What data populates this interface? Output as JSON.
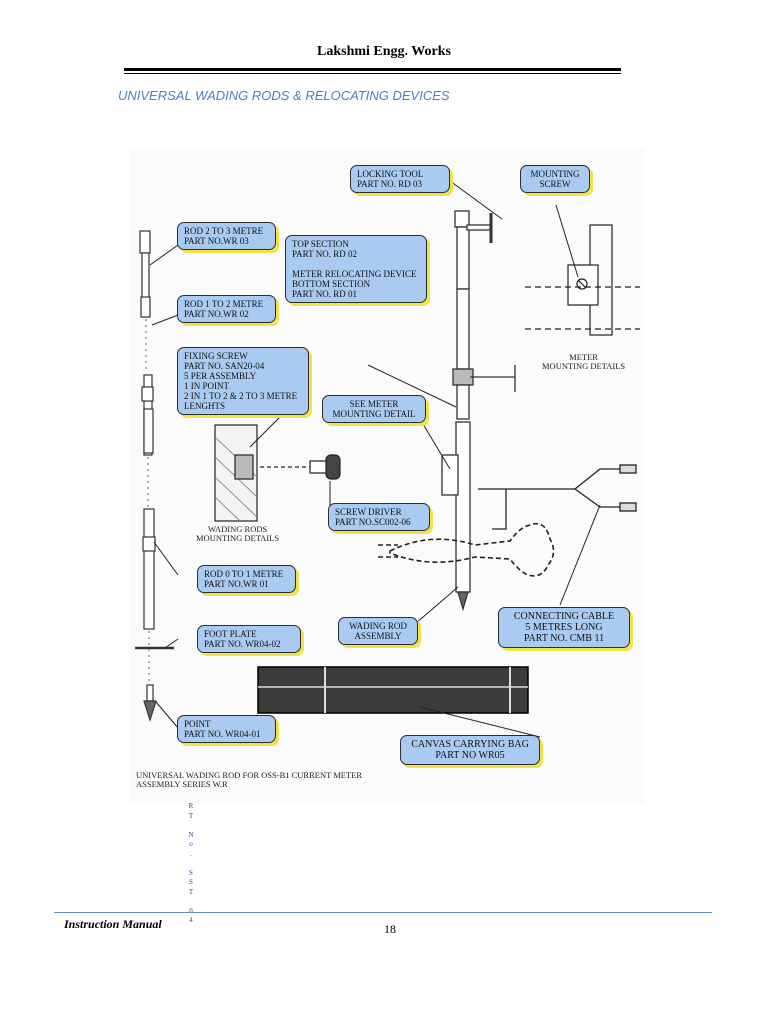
{
  "header": {
    "company": "Lakshmi  Engg. Works",
    "subtitle": "UNIVERSAL WADING RODS & RELOCATING DEVICES"
  },
  "figure": {
    "labels": {
      "locking_tool": "LOCKING TOOL\nPART NO.  RD 03",
      "mounting_screw": "MOUNTING\nSCREW",
      "rod_2_3": "ROD 2 TO 3 METRE\nPART NO.WR 03",
      "top_section": "TOP SECTION\nPART NO. RD 02\n\nMETER RELOCATING DEVICE\nBOTTOM SECTION\nPART NO.  RD 01",
      "rod_1_2": "ROD 1 TO 2 METRE\nPART NO.WR 02",
      "fixing_screw": "FIXING SCREW\nPART NO.  SAN20-04\n5 PER ASSEMBLY\n1 IN POINT\n2 IN 1 TO 2 & 2 TO 3 METRE\nLENGHTS",
      "see_meter": "SEE METER\nMOUNTING DETAIL",
      "screw_driver": "SCREW DRIVER\nPART NO.SC002-06",
      "rod_0_1": "ROD 0 TO 1 METRE\nPART NO.WR 01",
      "wading_rod_assembly": "WADING ROD\nASSEMBLY",
      "connecting_cable": "CONNECTING CABLE\n5 METRES LONG\nPART NO.  CMB 11",
      "foot_plate": "FOOT PLATE\nPART NO.  WR04-02",
      "point": "POINT\nPART NO.  WR04-01",
      "canvas_bag": "CANVAS CARRYING BAG\nPART NO WR05"
    },
    "captions": {
      "meter_mounting": "METER\nMOUNTING DETAILS",
      "wading_rods_mounting": "WADING RODS\nMOUNTING DETAILS",
      "figure_caption": "UNIVERSAL WADING ROD FOR OSS-B1 CURRENT METER\nASSEMBLY SERIES W.R"
    }
  },
  "side_note": "R\nT\n\nN\no\n.\n\nS\nS\nT\n\n0\n4",
  "footer": {
    "left": "Instruction Manual",
    "page_number": "18"
  }
}
